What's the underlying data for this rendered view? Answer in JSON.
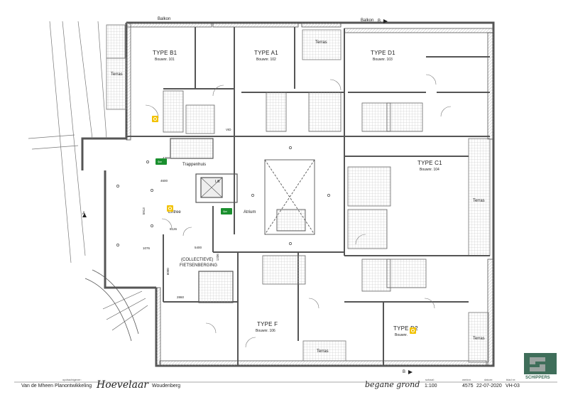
{
  "rooms": {
    "type_b1": {
      "title": "TYPE B1",
      "bouwnr": "Bouwnr. 101"
    },
    "type_a1": {
      "title": "TYPE A1",
      "bouwnr": "Bouwnr. 102"
    },
    "type_d1": {
      "title": "TYPE D1",
      "bouwnr": "Bouwnr. 103"
    },
    "type_c1": {
      "title": "TYPE C1",
      "bouwnr": "Bouwnr. 104"
    },
    "type_f": {
      "title": "TYPE F",
      "bouwnr": "Bouwnr. 106"
    },
    "type_d2": {
      "title": "TYPE D2",
      "bouwnr": "Bouwnr."
    }
  },
  "labels": {
    "balkon_left": "Balkon",
    "balkon_right": "Balkon",
    "section_b_top": "B",
    "section_b_bottom": "B",
    "section_a": "A",
    "terras_left": "Terras",
    "terras_top": "Terras",
    "terras_right": "Terras",
    "terras_right_lower": "Terras",
    "terras_bottom": "Terras",
    "trappenhuis": "Trappenhuis",
    "lift": "Lift",
    "entree": "Entree",
    "atrium": "Atrium",
    "fiets_1": "(COLLECTIEVE)",
    "fiets_2": "FIETSENBERGING",
    "vid": "VID"
  },
  "dimensions": {
    "d4300": "4300",
    "d4600": "4600",
    "d6126": "6126",
    "d5913": "5913",
    "d1076": "1076",
    "d5400": "5400",
    "d6000": "6000",
    "d2860": "2860",
    "d1336": "1336"
  },
  "title_block": {
    "opdrachtgever_label": "opdrachtgever:",
    "opdrachtgever": "Van de Mheen Planontwikkeling",
    "project": "Hoevelaar",
    "place": "Woudenberg",
    "drawing": "begane grond",
    "schaal_label": "schaal:",
    "schaal": "1:100",
    "werknr_label": "werknr.",
    "werknr": "4575",
    "datum_label": "datum:",
    "datum": "22-07-2020",
    "blad_label": "blad nr:",
    "blad": "VH-03",
    "company": "SCHIPPERS"
  },
  "colors": {
    "wall": "#555555",
    "hatch": "#999999",
    "exit_sign": "#1a8f2e",
    "marker": "#f2c200",
    "logo_green": "#3f6e5a",
    "logo_grey": "#9aa3a0"
  }
}
